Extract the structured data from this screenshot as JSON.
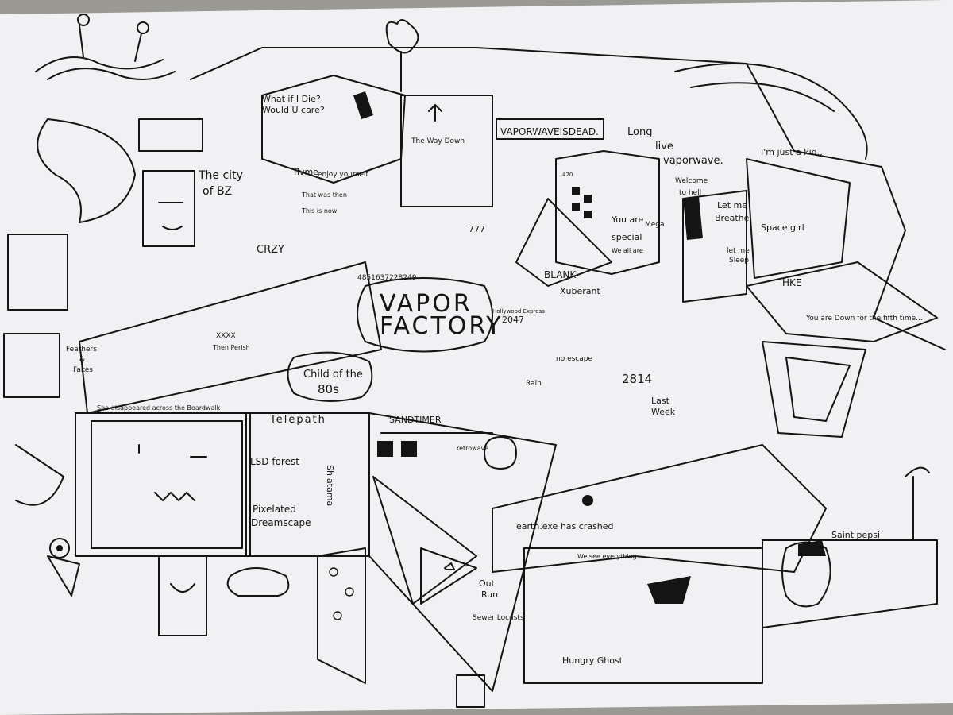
{
  "artwork": {
    "title_lines": [
      "VAPOR",
      "FACTORY"
    ],
    "labels": [
      "What if I Die?",
      "Would U care?",
      "The city",
      "of BZ",
      "flvme",
      "enjoy yourself",
      "That was then",
      "This is now",
      "The Way Down",
      "VAPORWAVEISDEAD.",
      "Long",
      "live",
      "vaporwave.",
      "I'm just a kid...",
      "Welcome",
      "to hell",
      "Let me",
      "Breathe",
      "let me",
      "Sleep",
      "Space girl",
      "You are",
      "special",
      "We all are",
      "Mega",
      "CRZY",
      "4851637228249",
      "BLANK",
      "Xuberant",
      "Hollywood Express",
      "2047",
      "HKE",
      "You are Down for the fifth time...",
      "XXXX",
      "Then Perish",
      "Feathers",
      "&",
      "Fakes",
      "Child of the",
      "80s",
      "no escape",
      "2814",
      "Rain",
      "Last",
      "Week",
      "She disappeared across the Boardwalk",
      "Telepath",
      "SANDTIMER",
      "retrowave",
      "LSD forest",
      "Shiatama",
      "Pixelated",
      "Dreamscape",
      "earth.exe has crashed",
      "Saint pepsi",
      "We see everything",
      "Out",
      "Run",
      "Sewer Locusts",
      "Hungry Ghost",
      "777",
      "420"
    ],
    "colors": {
      "paper": "#f1f1f3",
      "ink": "#141414",
      "table": "#9a9994"
    }
  }
}
